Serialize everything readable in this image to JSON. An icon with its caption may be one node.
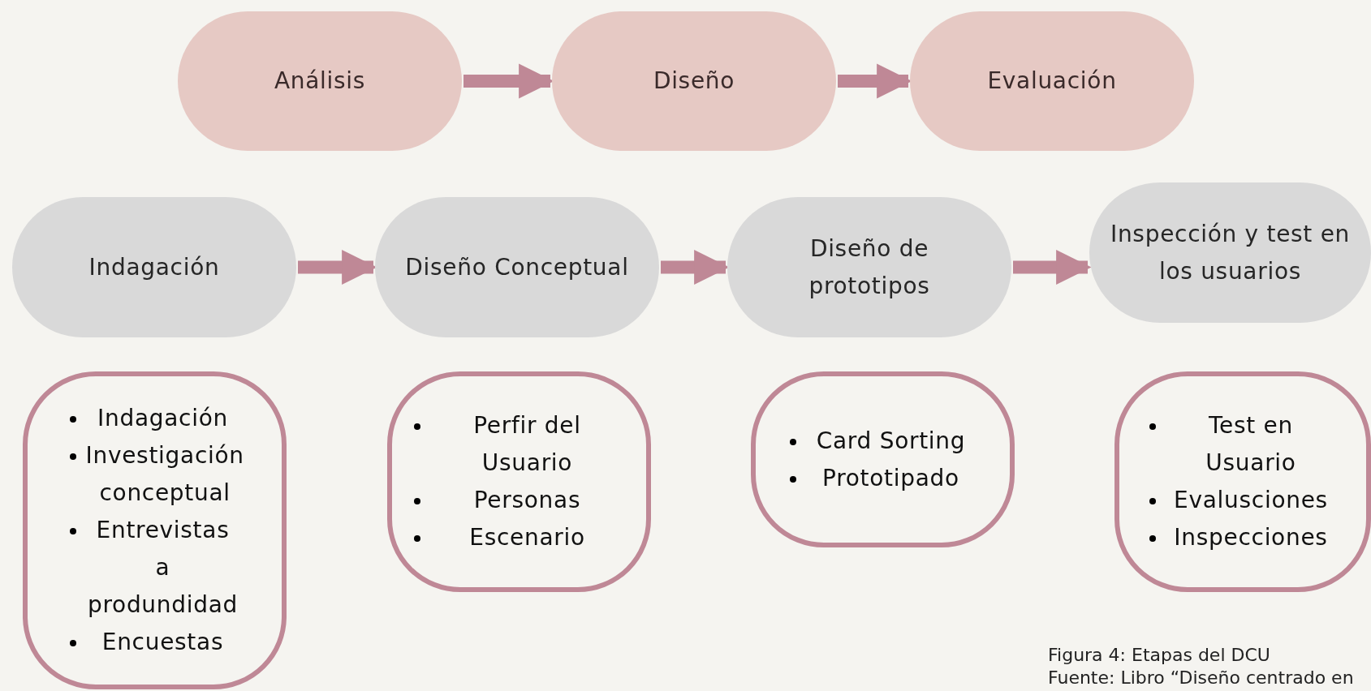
{
  "diagram": {
    "caption": "Figura 4: Etapas del DCU",
    "nodes": [
      {
        "text": [
          "Análisis"
        ]
      },
      {
        "text": [
          "Diseño"
        ]
      },
      {
        "text": [
          "Evaluación"
        ]
      },
      {
        "text": [
          "Indagación"
        ]
      },
      {
        "text": [
          "Diseño Conceptual"
        ]
      },
      {
        "text": [
          "Diseño de prototipos"
        ]
      },
      {
        "text": [
          "Inspección y test en los usuarios"
        ]
      },
      {
        "text": [
          "Indagación",
          "Investigación conceptual",
          "Entrevistas a produndidad",
          "Encuestas"
        ]
      },
      {
        "text": [
          "Perfir del Usuario",
          "Personas",
          "Escenario"
        ]
      },
      {
        "text": [
          "Card Sorting",
          "Prototipado"
        ]
      },
      {
        "text": [
          "Test en Usuario",
          "Evalusciones",
          "Inspecciones"
        ]
      }
    ],
    "edges": [
      {
        "from": 0,
        "to": 1,
        "arrow": "to"
      },
      {
        "from": 1,
        "to": 2,
        "arrow": "to"
      },
      {
        "from": 3,
        "to": 4,
        "arrow": "to"
      },
      {
        "from": 4,
        "to": 5,
        "arrow": "to"
      },
      {
        "from": 5,
        "to": 6,
        "arrow": "to"
      }
    ],
    "labels": [
      "Fuente: Libro “Diseño centrado en"
    ]
  }
}
